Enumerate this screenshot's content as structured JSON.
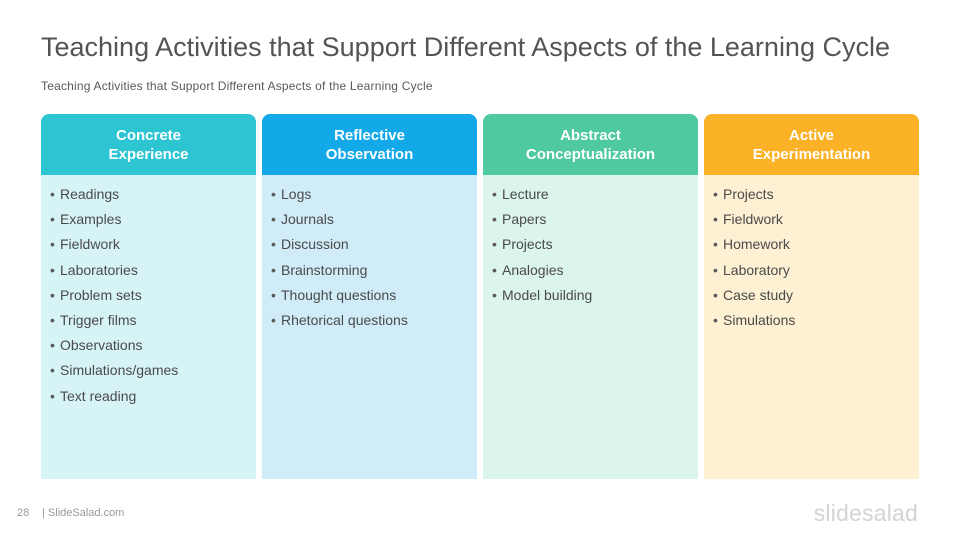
{
  "title": "Teaching Activities that Support Different Aspects of the Learning Cycle",
  "subtitle": "Teaching Activities that Support  Different  Aspects of the Learning  Cycle",
  "columns": [
    {
      "heading_line1": "Concrete",
      "heading_line2": "Experience",
      "header_color": "#2ec5d3",
      "body_color": "#d6f3f6",
      "items": [
        "Readings",
        "Examples",
        "Fieldwork",
        "Laboratories",
        "Problem sets",
        "Trigger films",
        "Observations",
        "Simulations/games",
        "Text reading"
      ]
    },
    {
      "heading_line1": "Reflective",
      "heading_line2": "Observation",
      "header_color": "#13a8e8",
      "body_color": "#d0ecf9",
      "items": [
        "Logs",
        "Journals",
        "Discussion",
        "Brainstorming",
        "Thought questions",
        "Rhetorical questions"
      ]
    },
    {
      "heading_line1": "Abstract",
      "heading_line2": "Conceptualization",
      "header_color": "#4ec9a0",
      "body_color": "#dbf4ec",
      "items": [
        "Lecture",
        "Papers",
        "Projects",
        "Analogies",
        "Model building"
      ]
    },
    {
      "heading_line1": "Active",
      "heading_line2": "Experimentation",
      "header_color": "#fbb227",
      "body_color": "#fef0d3",
      "items": [
        "Projects",
        "Fieldwork",
        "Homework",
        "Laboratory",
        "Case study",
        "Simulations"
      ]
    }
  ],
  "footer": {
    "page_number": "28",
    "site": "| SlideSalad.com",
    "brand": "slidesalad"
  }
}
